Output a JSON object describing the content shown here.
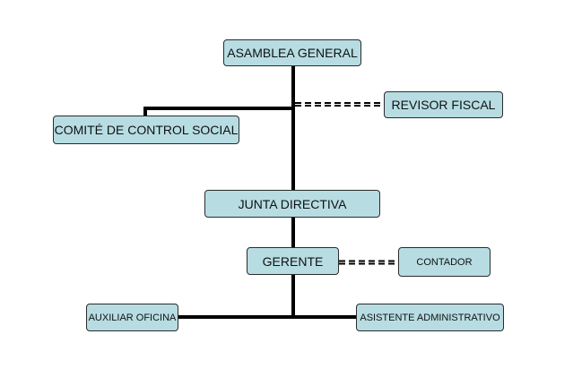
{
  "org_chart": {
    "colors": {
      "box_fill": "#b7dde3",
      "box_border": "#2b2b2b",
      "line": "#000000"
    },
    "nodes": {
      "asamblea": "ASAMBLEA GENERAL",
      "revisor": "REVISOR FISCAL",
      "comite": "COMITÉ DE CONTROL SOCIAL",
      "junta": "JUNTA DIRECTIVA",
      "gerente": "GERENTE",
      "contador": "CONTADOR",
      "auxiliar": "AUXILIAR OFICINA",
      "asistente": "ASISTENTE ADMINISTRATIVO"
    },
    "relations": [
      {
        "from": "ASAMBLEA GENERAL",
        "to": "REVISOR FISCAL",
        "style": "dashed"
      },
      {
        "from": "ASAMBLEA GENERAL",
        "to": "COMITÉ DE CONTROL SOCIAL",
        "style": "solid"
      },
      {
        "from": "ASAMBLEA GENERAL",
        "to": "JUNTA DIRECTIVA",
        "style": "solid"
      },
      {
        "from": "JUNTA DIRECTIVA",
        "to": "GERENTE",
        "style": "solid"
      },
      {
        "from": "GERENTE",
        "to": "CONTADOR",
        "style": "dashed"
      },
      {
        "from": "GERENTE",
        "to": "AUXILIAR OFICINA",
        "style": "solid"
      },
      {
        "from": "GERENTE",
        "to": "ASISTENTE ADMINISTRATIVO",
        "style": "solid"
      }
    ]
  }
}
